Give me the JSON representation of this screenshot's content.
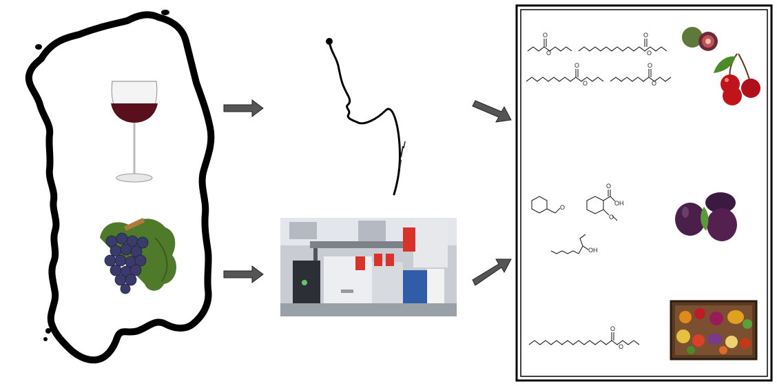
{
  "diagram": {
    "island": {
      "name": "sardinia-outline"
    },
    "icons": {
      "wine": "wine-glass-icon",
      "grapes": "grape-bunch-icon",
      "nose": "human-nose-profile-icon",
      "instrument": "gc-ms-instrument-icon",
      "fig": "fig-icon",
      "cherry": "cherry-icon",
      "plum": "plum-icon",
      "fruit_box": "mixed-fruit-box-icon"
    },
    "molecule_labels": {
      "ester_o": "O",
      "aldehyde_o": "O",
      "acid_oh": "OH",
      "methoxy_o": "O",
      "alcohol_oh": "OH"
    },
    "colors": {
      "outline": "#000000",
      "arrow_fill": "#555555",
      "wine": "#5a0f1c",
      "grape": "#3b3b6b",
      "leaf": "#4f7a2a",
      "plum": "#4a1f4a",
      "cherry": "#c0141b"
    }
  }
}
